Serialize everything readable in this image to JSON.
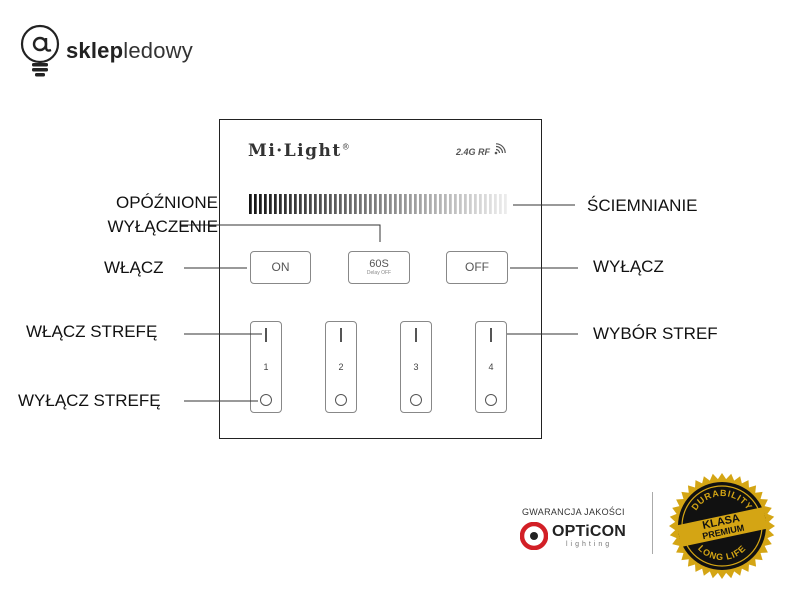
{
  "brand": {
    "name_bold": "sklep",
    "name_light": "ledowy"
  },
  "panel": {
    "brand": "Mi·Light",
    "brand_mark": "®",
    "rf_label": "2.4G RF",
    "buttons": {
      "on": "ON",
      "delay": "60S",
      "delay_sub": "Delay OFF",
      "off": "OFF"
    },
    "zones": [
      {
        "number": "1"
      },
      {
        "number": "2"
      },
      {
        "number": "3"
      },
      {
        "number": "4"
      }
    ]
  },
  "labels": {
    "delay_off_line1": "OPÓŹNIONE",
    "delay_off_line2": "WYŁĄCZENIE",
    "dimming": "ŚCIEMNIANIE",
    "turn_on": "WŁĄCZ",
    "turn_off": "WYŁĄCZ",
    "zone_on": "WŁĄCZ STREFĘ",
    "zone_select": "WYBÓR STREF",
    "zone_off": "WYŁĄCZ STREFĘ"
  },
  "footer": {
    "guarantee": "GWARANCJA JAKOŚCI",
    "opticon_name": "OPTiCON",
    "opticon_sub": "lighting",
    "seal": {
      "top": "DURABILITY",
      "main1": "KLASA",
      "main2": "PREMIUM",
      "bottom": "LONG LIFE"
    }
  },
  "colors": {
    "accent_red": "#d21f26",
    "seal_gold": "#d4a514",
    "seal_black": "#111111"
  }
}
